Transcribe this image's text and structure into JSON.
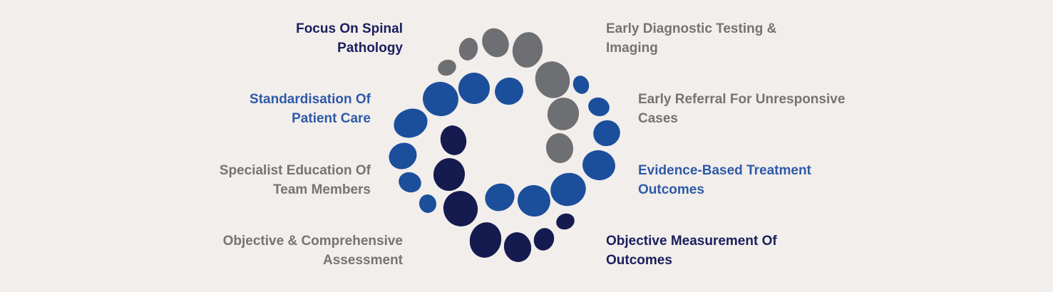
{
  "colors": {
    "background": "#f2eeeb",
    "gray": "#6e6f72",
    "navy": "#151a4f",
    "blue": "#1b4f9c",
    "label_gray": "#747474",
    "label_navy": "#1b1f5e",
    "label_blue": "#2e5aa8"
  },
  "labels": {
    "focus_spinal": {
      "line1": "Focus On Spinal",
      "line2": "Pathology"
    },
    "standardisation": {
      "line1": "Standardisation Of",
      "line2": "Patient Care"
    },
    "specialist_education": {
      "line1": "Specialist Education Of",
      "line2": "Team Members"
    },
    "objective_assessment": {
      "line1": "Objective & Comprehensive",
      "line2": "Assessment"
    },
    "early_diagnostic": {
      "line1": "Early Diagnostic Testing &",
      "line2": "Imaging"
    },
    "early_referral": {
      "line1": "Early Referral For Unresponsive",
      "line2": "Cases"
    },
    "evidence_based": {
      "line1": "Evidence-Based Treatment",
      "line2": "Outcomes"
    },
    "objective_measurement": {
      "line1": "Objective Measurement Of",
      "line2": "Outcomes"
    }
  }
}
